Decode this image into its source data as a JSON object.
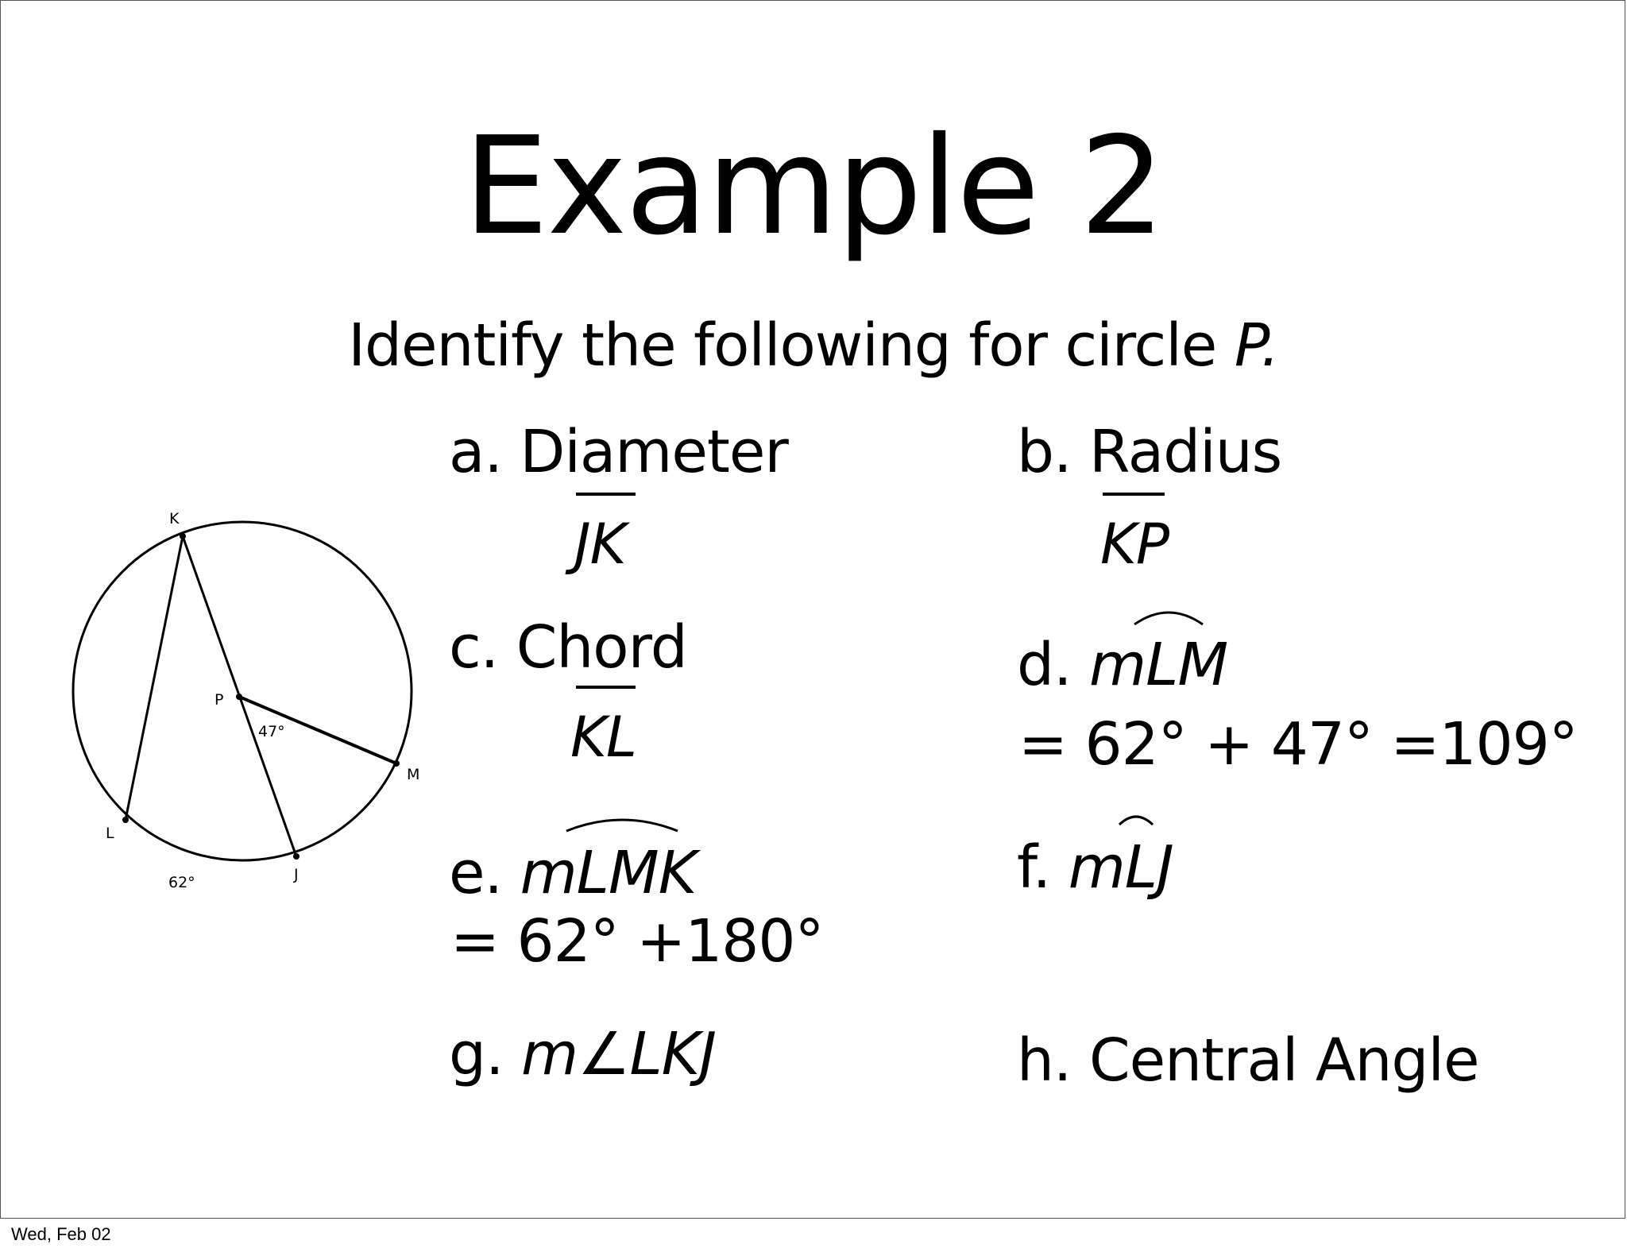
{
  "title": "Example 2",
  "subtitle_prefix": "Identify the following for circle ",
  "subtitle_var": "P.",
  "items": {
    "a": {
      "label": "a. Diameter",
      "answer": "JK"
    },
    "b": {
      "label": "b. Radius",
      "answer": "KP"
    },
    "c": {
      "label": "c. Chord",
      "answer": "KL"
    },
    "d": {
      "prefix": "d. ",
      "expr": "mLM",
      "answer": "= 62° + 47° =109°"
    },
    "e": {
      "prefix": "e. ",
      "expr": "mLMK",
      "answer": "= 62° +180°"
    },
    "f": {
      "prefix": "f. ",
      "expr": "mLJ"
    },
    "g": {
      "prefix": "g. ",
      "expr": "m∠LKJ"
    },
    "h": {
      "label": "h. Central Angle"
    }
  },
  "figure": {
    "points": {
      "K": "K",
      "P": "P",
      "M": "M",
      "L": "L",
      "J": "J"
    },
    "angle_label": "47°",
    "arc_label": "62°"
  },
  "footer": "Wed, Feb 02"
}
